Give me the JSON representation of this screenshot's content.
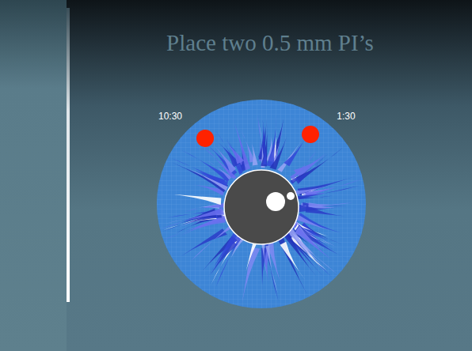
{
  "diagram": {
    "title": "Place two 0.5 mm PI’s",
    "labels": [
      "10:30",
      "1:30"
    ]
  }
}
